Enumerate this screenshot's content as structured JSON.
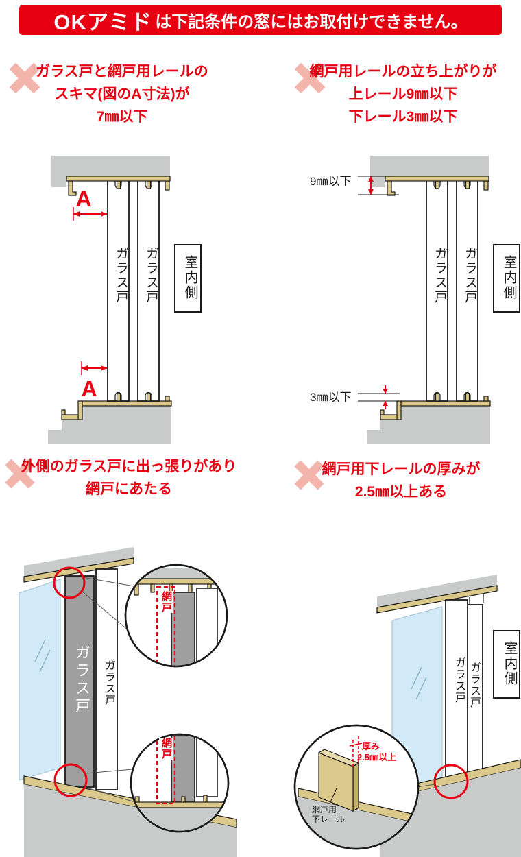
{
  "header": {
    "brand": "OKアミド",
    "message": "は下記条件の窓にはお取付けできません。"
  },
  "conditions": {
    "c1": {
      "line1": "ガラス戸と網戸用レールの",
      "line2": "スキマ(図のA寸法)が",
      "line3": "7㎜以下"
    },
    "c2": {
      "line1": "網戸用レールの立ち上がりが",
      "line2": "上レール9㎜以下",
      "line3": "下レール3㎜以下"
    },
    "c3": {
      "line1": "外側のガラス戸に出っ張りがあり",
      "line2": "網戸にあたる"
    },
    "c4": {
      "line1": "網戸用下レールの厚みが",
      "line2": "2.5㎜以上ある"
    }
  },
  "labels": {
    "glass_door": "ガラス戸",
    "indoor_side": "室内側",
    "screen_door": "網戸",
    "dim_a": "A",
    "upper_gap": "9㎜以下",
    "lower_gap": "3㎜以下",
    "thickness_label": "厚み",
    "thickness_value": "2.5㎜以上",
    "lower_rail_line1": "網戸用",
    "lower_rail_line2": "下レール"
  },
  "colors": {
    "accent_red": "#e60012",
    "x_mark_pink": "#f3b4ab",
    "rail_tan": "#dbc98b",
    "wall_gray": "#c9caca",
    "door_gray": "#9f9fa0",
    "glass_blue": "#d2eaf7"
  }
}
